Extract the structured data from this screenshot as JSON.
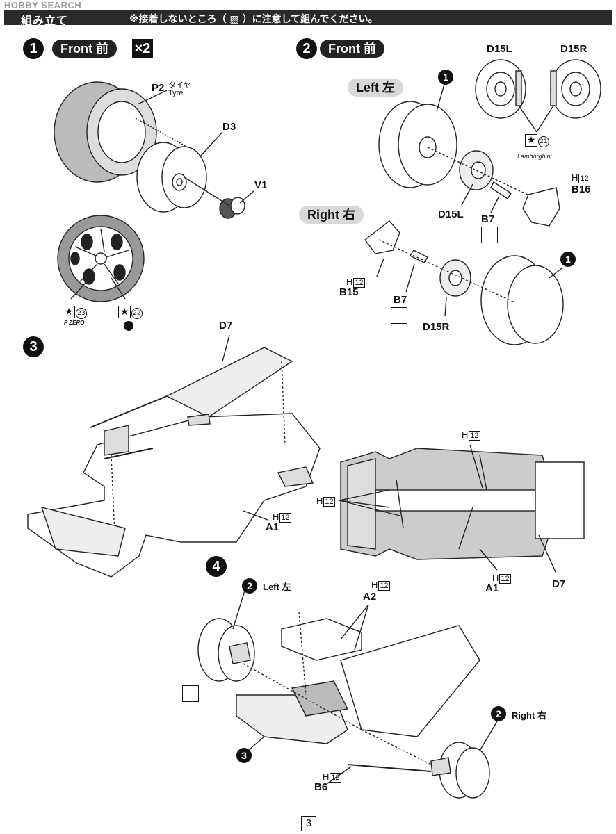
{
  "watermark": "HOBBY SEARCH",
  "header": {
    "title": "組み立て",
    "note": "※接着しないところ（ ▨ ）に注意して組んでください。"
  },
  "steps": {
    "s1": {
      "num": "1",
      "label": "Front 前",
      "qty": "×2"
    },
    "s2": {
      "num": "2",
      "label": "Front 前"
    },
    "s3": {
      "num": "3"
    },
    "s4": {
      "num": "4"
    }
  },
  "step1": {
    "p2": "P2",
    "p2_jp": "タイヤ",
    "p2_en": "Tyre",
    "d3": "D3",
    "v1": "V1",
    "decal_a": "23",
    "decal_b": "22",
    "pzero": "P ZERO"
  },
  "step2": {
    "left": "Left 左",
    "right": "Right 右",
    "d15l_top": "D15L",
    "d15r_top": "D15R",
    "decal": "21",
    "lambo": "Lamborghini",
    "d15l": "D15L",
    "b7_top": "B7",
    "b16": "B16",
    "h12_b16": "H",
    "h12_b16_box": "12",
    "b15": "B15",
    "h12_b15": "H",
    "h12_b15_box": "12",
    "b7_bottom": "B7",
    "d15r": "D15R",
    "ref1_top": "1",
    "ref1_bottom": "1"
  },
  "step3": {
    "d7_left": "D7",
    "a1_left": "A1",
    "h12_a1_left": "H",
    "h12_a1_left_box": "12",
    "h12_top": "H",
    "h12_top_box": "12",
    "h12_mid": "H",
    "h12_mid_box": "12",
    "a1_right": "A1",
    "h12_a1_right": "H",
    "h12_a1_right_box": "12",
    "d7_right": "D7"
  },
  "step4": {
    "left_ref": "2",
    "left": "Left 左",
    "a2": "A2",
    "h12_a2": "H",
    "h12_a2_box": "12",
    "ref3": "3",
    "right_ref": "2",
    "right": "Right 右",
    "b6": "B6",
    "h12_b6": "H",
    "h12_b6_box": "12"
  },
  "page_number": "3"
}
